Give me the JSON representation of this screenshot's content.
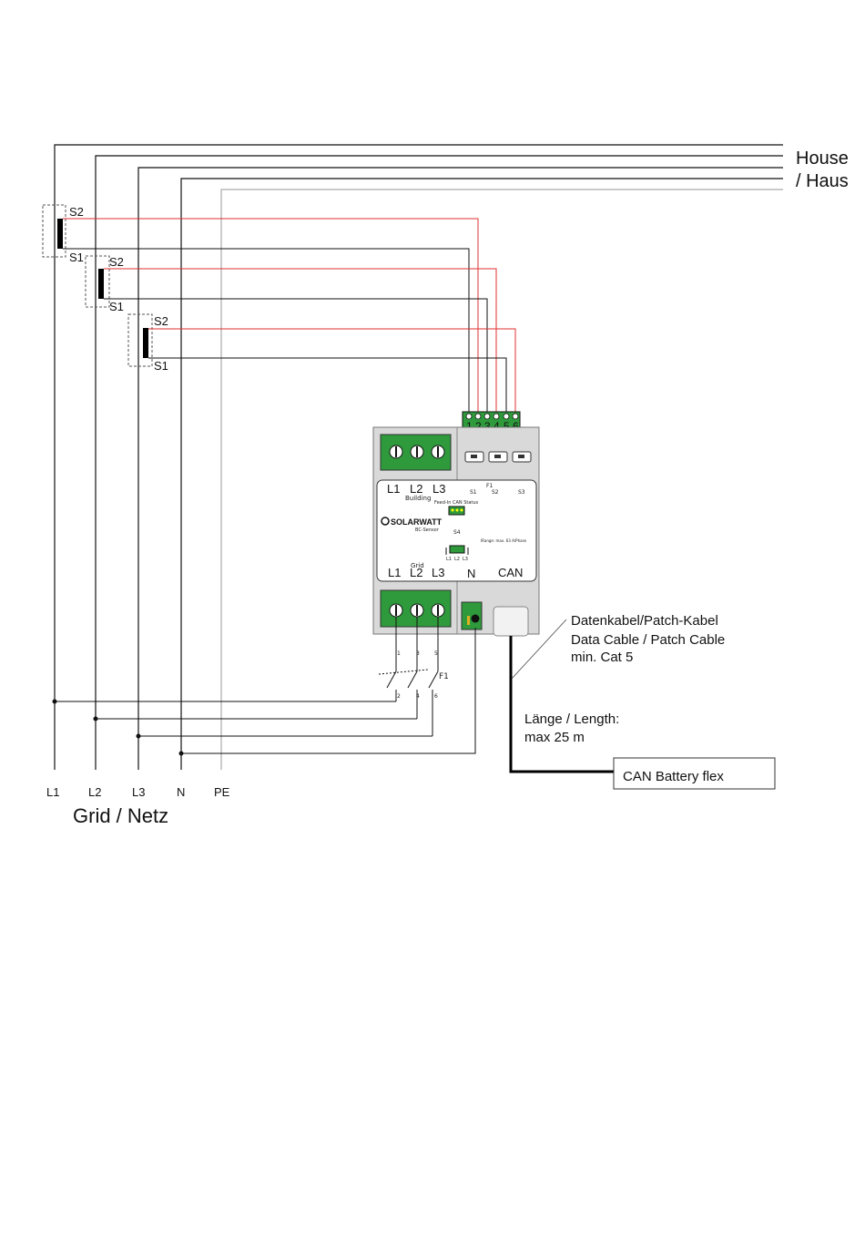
{
  "house_label_line1": "House",
  "house_label_line2": "/ Haus",
  "ct_labels": {
    "s2": "S2",
    "s1": "S1"
  },
  "grid_labels": [
    "L1",
    "L2",
    "L3",
    "N",
    "PE"
  ],
  "grid_title": "Grid / Netz",
  "terminal_numbers": [
    "1",
    "2",
    "3",
    "4",
    "5",
    "6"
  ],
  "device": {
    "top_terminals": [
      "L1",
      "L2",
      "L3"
    ],
    "building_label": "Building",
    "led_labels": "Feed-In CAN Status",
    "f1_label": "F1",
    "ct_slots": [
      "S1",
      "S2",
      "S3"
    ],
    "brand": "SOLARWATT",
    "model": "BC-Sensor",
    "s4_label": "S4",
    "current_note": "IRange: max. 63 A/Phase",
    "jumper_labels": [
      "L1",
      "L2",
      "L3"
    ],
    "grid_label": "Grid",
    "bottom_terminals": [
      "L1",
      "L2",
      "L3"
    ],
    "n_label": "N",
    "can_label": "CAN"
  },
  "fuse": {
    "label": "F1",
    "top_numbers": [
      "1",
      "3",
      "5"
    ],
    "bottom_numbers": [
      "2",
      "4",
      "6"
    ]
  },
  "cable_note": [
    "Datenkabel/Patch-Kabel",
    "Data Cable / Patch Cable",
    "min. Cat 5"
  ],
  "length_note": [
    "Länge / Length:",
    "max 25 m"
  ],
  "battery_box": "CAN Battery flex",
  "colors": {
    "phase_wire": "#111111",
    "pe_wire": "#aaaaaa",
    "ct_red": "#e03030",
    "terminal_green": "#2e9a3c",
    "device_grey": "#d9d9d9"
  }
}
